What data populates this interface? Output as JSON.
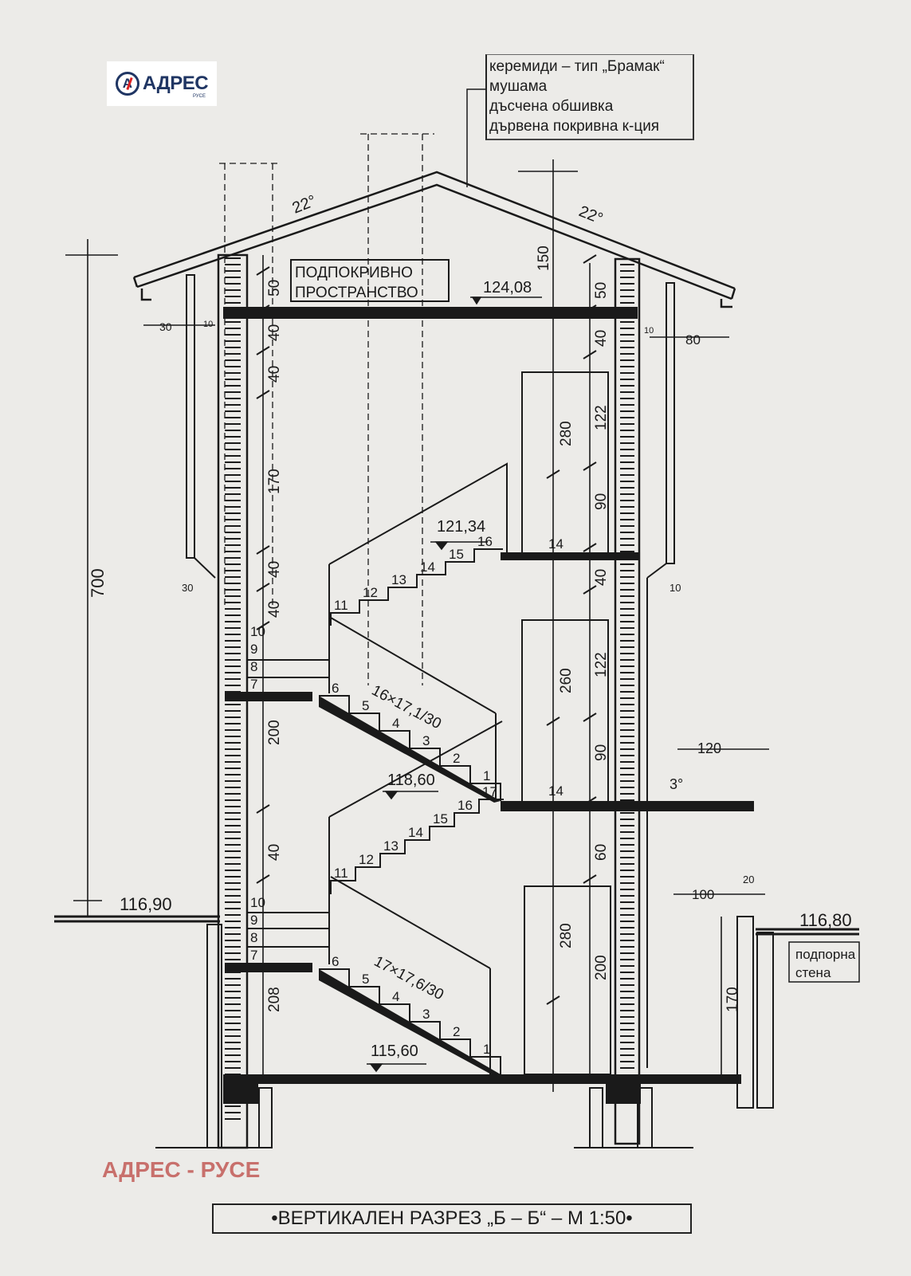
{
  "logo": {
    "brand": "АДРЕС",
    "city": "РУСЕ",
    "colors": {
      "navy": "#1f3563",
      "red": "#d22222"
    }
  },
  "roof_legend": {
    "lines": [
      "керемиди – тип „Брамак“",
      "мушама",
      "дъсчена обшивка",
      "дървена покривна к-ция"
    ]
  },
  "attic_label": {
    "line1": "ПОДПОКРИВНО",
    "line2": "ПРОСТРАНСТВО"
  },
  "elevations": {
    "attic": "124,08",
    "floor2": "121,34",
    "floor1": "118,60",
    "ground": "115,60",
    "terrain_left": "116,90",
    "terrain_right": "116,80"
  },
  "angles": {
    "roof_left": "22°",
    "roof_right": "22°",
    "balcony": "3°"
  },
  "dimensions": {
    "total_height": "700",
    "left_wall": [
      "50",
      "40",
      "40",
      "170",
      "40",
      "40",
      "200",
      "40",
      "208"
    ],
    "right_roof": "150",
    "right_upper": [
      "50",
      "40",
      "122",
      "90",
      "14",
      "40",
      "122",
      "90",
      "14",
      "60"
    ],
    "door_heights": [
      "280",
      "260",
      "280",
      "200"
    ],
    "eaves_left": "30",
    "eaves_right": "80",
    "eaves_left_small": "10",
    "eaves_right_small": "10",
    "cornice_left": "30",
    "cornice_right": "10",
    "balcony": "120",
    "retaining": [
      "100",
      "20",
      "170"
    ]
  },
  "stair_notes": {
    "upper": "16×17,1/30",
    "lower": "17×17,6/30"
  },
  "steps": {
    "lower_first": [
      "1",
      "2",
      "3",
      "4",
      "5",
      "6"
    ],
    "lower_landing": [
      "7",
      "8",
      "9",
      "10"
    ],
    "lower_second": [
      "11",
      "12",
      "13",
      "14",
      "15",
      "16",
      "17"
    ],
    "upper_first": [
      "1",
      "2",
      "3",
      "4",
      "5",
      "6"
    ],
    "upper_landing": [
      "7",
      "8",
      "9",
      "10"
    ],
    "upper_second": [
      "11",
      "12",
      "13",
      "14",
      "15",
      "16"
    ]
  },
  "retaining_wall": {
    "line1": "подпорна",
    "line2": "стена"
  },
  "watermark": "АДРЕС - РУСЕ",
  "title": "•ВЕРТИКАЛЕН РАЗРЕЗ „Б – Б“ – М 1:50•"
}
